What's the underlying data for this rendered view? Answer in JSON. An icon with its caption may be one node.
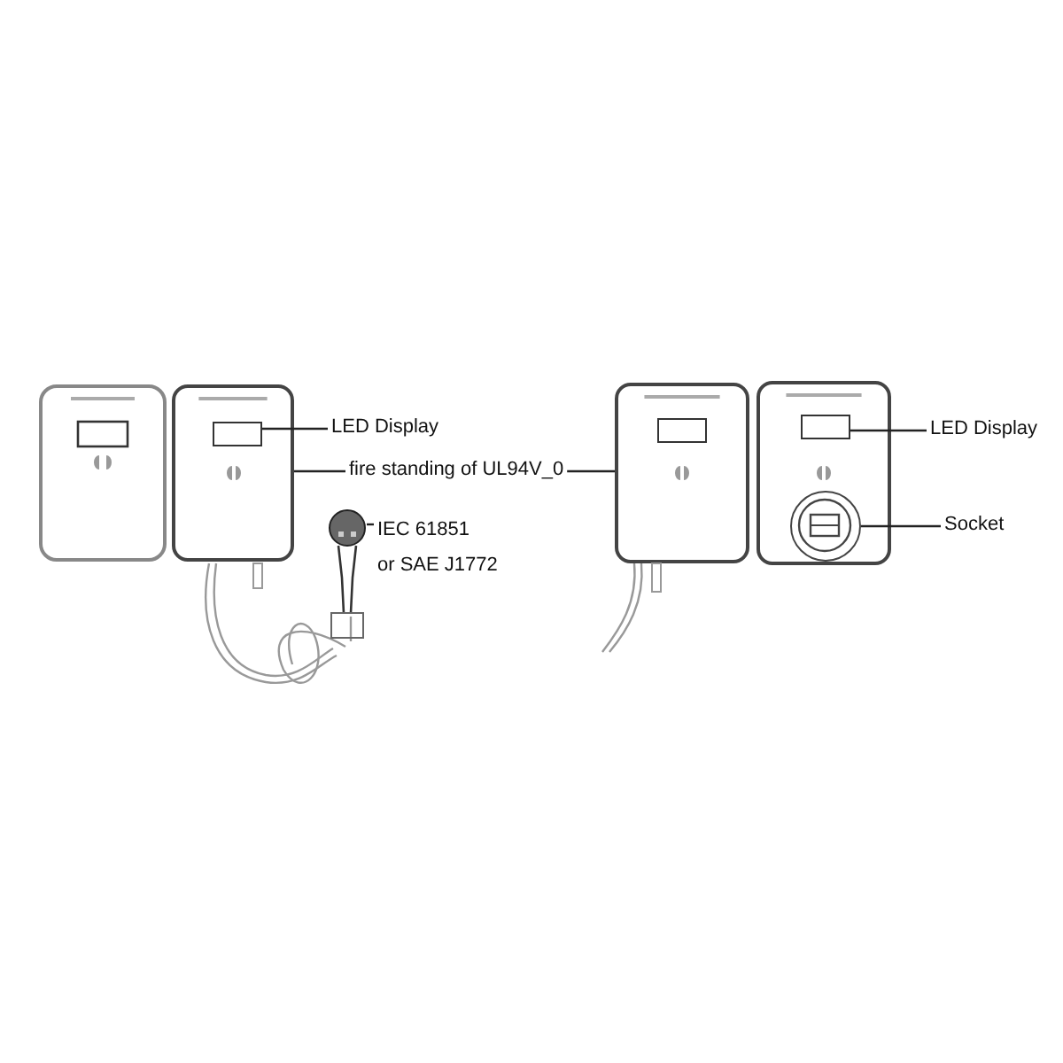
{
  "diagram": {
    "nodes": [
      {
        "text": [],
        "shape": "picture"
      },
      {
        "text": [],
        "shape": "box",
        "in": 0
      },
      {
        "text": [
          "LED Display"
        ]
      },
      {
        "text": [
          "fire standing of UL94V_0"
        ]
      },
      {
        "text": [],
        "shape": "picture"
      },
      {
        "text": [
          "IEC 61851 or SAE J1772"
        ]
      },
      {
        "text": [],
        "shape": "picture"
      },
      {
        "text": [],
        "shape": "picture"
      },
      {
        "text": [],
        "shape": "box",
        "in": 7
      },
      {
        "text": [],
        "shape": "circle",
        "in": 7
      },
      {
        "text": [
          "LED Display"
        ]
      },
      {
        "text": [
          "Socket"
        ]
      }
    ],
    "edges": [
      {
        "from": 2,
        "to": 1,
        "arrow": "none"
      },
      {
        "from": 3,
        "to": 0,
        "arrow": "none"
      },
      {
        "from": 3,
        "to": 6,
        "arrow": "none"
      },
      {
        "from": 5,
        "to": 4,
        "arrow": "none"
      },
      {
        "from": 10,
        "to": 8,
        "arrow": "none"
      },
      {
        "from": 11,
        "to": 9,
        "arrow": "none"
      }
    ]
  }
}
